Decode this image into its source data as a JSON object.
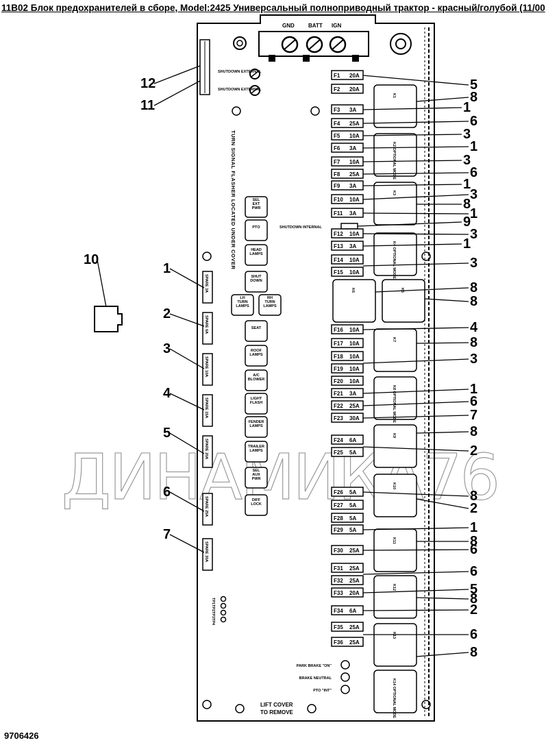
{
  "title": "11B02 Блок предохранителей в сборе, Model:2425 Универсальный полноприводный трактор - красный/голубой (11/00",
  "doc_number": "9706426",
  "watermark": "ДИНАМИКА76",
  "terminals": {
    "gnd": "GND",
    "batt": "BATT",
    "ign": "IGN"
  },
  "shutdown_labels": {
    "external_top": "SHUTDOWN EXTERNAL",
    "external_bottom": "SHUTDOWN EXTERNAL",
    "internal": "SHUTDOWN INTERNAL"
  },
  "vertical_note": "TURN SIGNAL FLASHER LOCATED UNDER COVER",
  "lift_cover": [
    "LIFT COVER",
    "TO REMOVE"
  ],
  "led_labels": [
    "PARK BRAKE \"ON\"",
    "BRAKE NEUTRAL",
    "PTO \"INT\""
  ],
  "fuses": [
    {
      "id": "F1",
      "rating": "20A"
    },
    {
      "id": "F2",
      "rating": "20A"
    },
    {
      "id": "F3",
      "rating": "3A"
    },
    {
      "id": "F4",
      "rating": "25A"
    },
    {
      "id": "F5",
      "rating": "10A"
    },
    {
      "id": "F6",
      "rating": "3A"
    },
    {
      "id": "F7",
      "rating": "10A"
    },
    {
      "id": "F8",
      "rating": "25A"
    },
    {
      "id": "F9",
      "rating": "3A"
    },
    {
      "id": "F10",
      "rating": "10A"
    },
    {
      "id": "F11",
      "rating": "3A"
    },
    {
      "id": "F12",
      "rating": "10A"
    },
    {
      "id": "F13",
      "rating": "3A"
    },
    {
      "id": "F14",
      "rating": "10A"
    },
    {
      "id": "F15",
      "rating": "10A"
    },
    {
      "id": "F16",
      "rating": "10A"
    },
    {
      "id": "F17",
      "rating": "10A"
    },
    {
      "id": "F18",
      "rating": "10A"
    },
    {
      "id": "F19",
      "rating": "10A"
    },
    {
      "id": "F20",
      "rating": "10A"
    },
    {
      "id": "F21",
      "rating": "3A"
    },
    {
      "id": "F22",
      "rating": "25A"
    },
    {
      "id": "F23",
      "rating": "30A"
    },
    {
      "id": "F24",
      "rating": "6A"
    },
    {
      "id": "F25",
      "rating": "5A"
    },
    {
      "id": "F26",
      "rating": "5A"
    },
    {
      "id": "F27",
      "rating": "5A"
    },
    {
      "id": "F28",
      "rating": "5A"
    },
    {
      "id": "F29",
      "rating": "5A"
    },
    {
      "id": "F30",
      "rating": "25A"
    },
    {
      "id": "F31",
      "rating": "25A"
    },
    {
      "id": "F32",
      "rating": "25A"
    },
    {
      "id": "F33",
      "rating": "20A"
    },
    {
      "id": "F34",
      "rating": "6A"
    },
    {
      "id": "F35",
      "rating": "25A"
    },
    {
      "id": "F36",
      "rating": "25A"
    }
  ],
  "relays": [
    "K1",
    "K2 OPTIONAL MODE",
    "K3",
    "K4 OPTIONAL MODE",
    "K6",
    "K5",
    "K7",
    "K8 OPTIONAL MODE",
    "K9",
    "K10",
    "K11",
    "K12",
    "K13",
    "K14 OPTIONAL MODE"
  ],
  "center_buttons": [
    "SEL EXT PWR",
    "PTO",
    "HEAD LAMPS",
    "SHUT DOWN",
    "LH TURN LAMPS",
    "RH TURN LAMPS",
    "SEAT",
    "ROOF LAMPS",
    "A/C BLOWER",
    "LIGHT FLASH",
    "FENDER LAMPS",
    "TRAILER LAMPS",
    "SEL AUX PWR",
    "DIFF LOCK"
  ],
  "spare_fuses": [
    "SPARE 3A",
    "SPARE 6A",
    "SPARE 10A",
    "SPARE 15A",
    "SPARE 20A",
    "SPARE 25A",
    "SPARE 30A"
  ],
  "small_labels": [
    "TP1",
    "TP2",
    "TP3",
    "TP4"
  ],
  "callouts": {
    "left": [
      "12",
      "11",
      "1",
      "2",
      "3",
      "4",
      "5",
      "6",
      "7",
      "10"
    ],
    "right": [
      "5",
      "8",
      "1",
      "6",
      "3",
      "1",
      "3",
      "6",
      "1",
      "3",
      "8",
      "1",
      "9",
      "3",
      "1",
      "3",
      "8",
      "8",
      "4",
      "8",
      "3",
      "1",
      "6",
      "7",
      "8",
      "2",
      "8",
      "2",
      "1",
      "8",
      "6",
      "6",
      "5",
      "8",
      "2",
      "6",
      "8"
    ]
  }
}
